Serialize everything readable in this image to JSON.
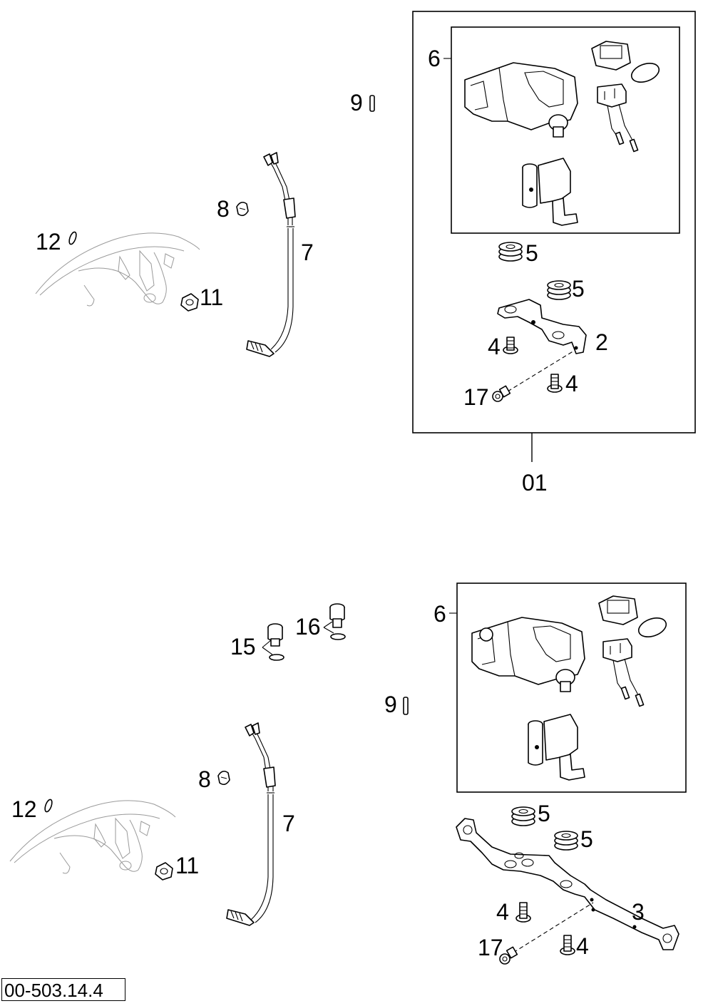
{
  "drawing_code": "00-503.14.4",
  "callouts": {
    "top": {
      "kit": "01",
      "p2": "2",
      "p4a": "4",
      "p4b": "4",
      "p5a": "5",
      "p5b": "5",
      "p6": "6",
      "p7": "7",
      "p8": "8",
      "p9": "9",
      "p11": "11",
      "p12": "12",
      "p17": "17"
    },
    "bottom": {
      "p3": "3",
      "p4a": "4",
      "p4b": "4",
      "p5a": "5",
      "p5b": "5",
      "p6": "6",
      "p7": "7",
      "p8": "8",
      "p9": "9",
      "p11": "11",
      "p12": "12",
      "p15": "15",
      "p16": "16",
      "p17": "17"
    }
  }
}
